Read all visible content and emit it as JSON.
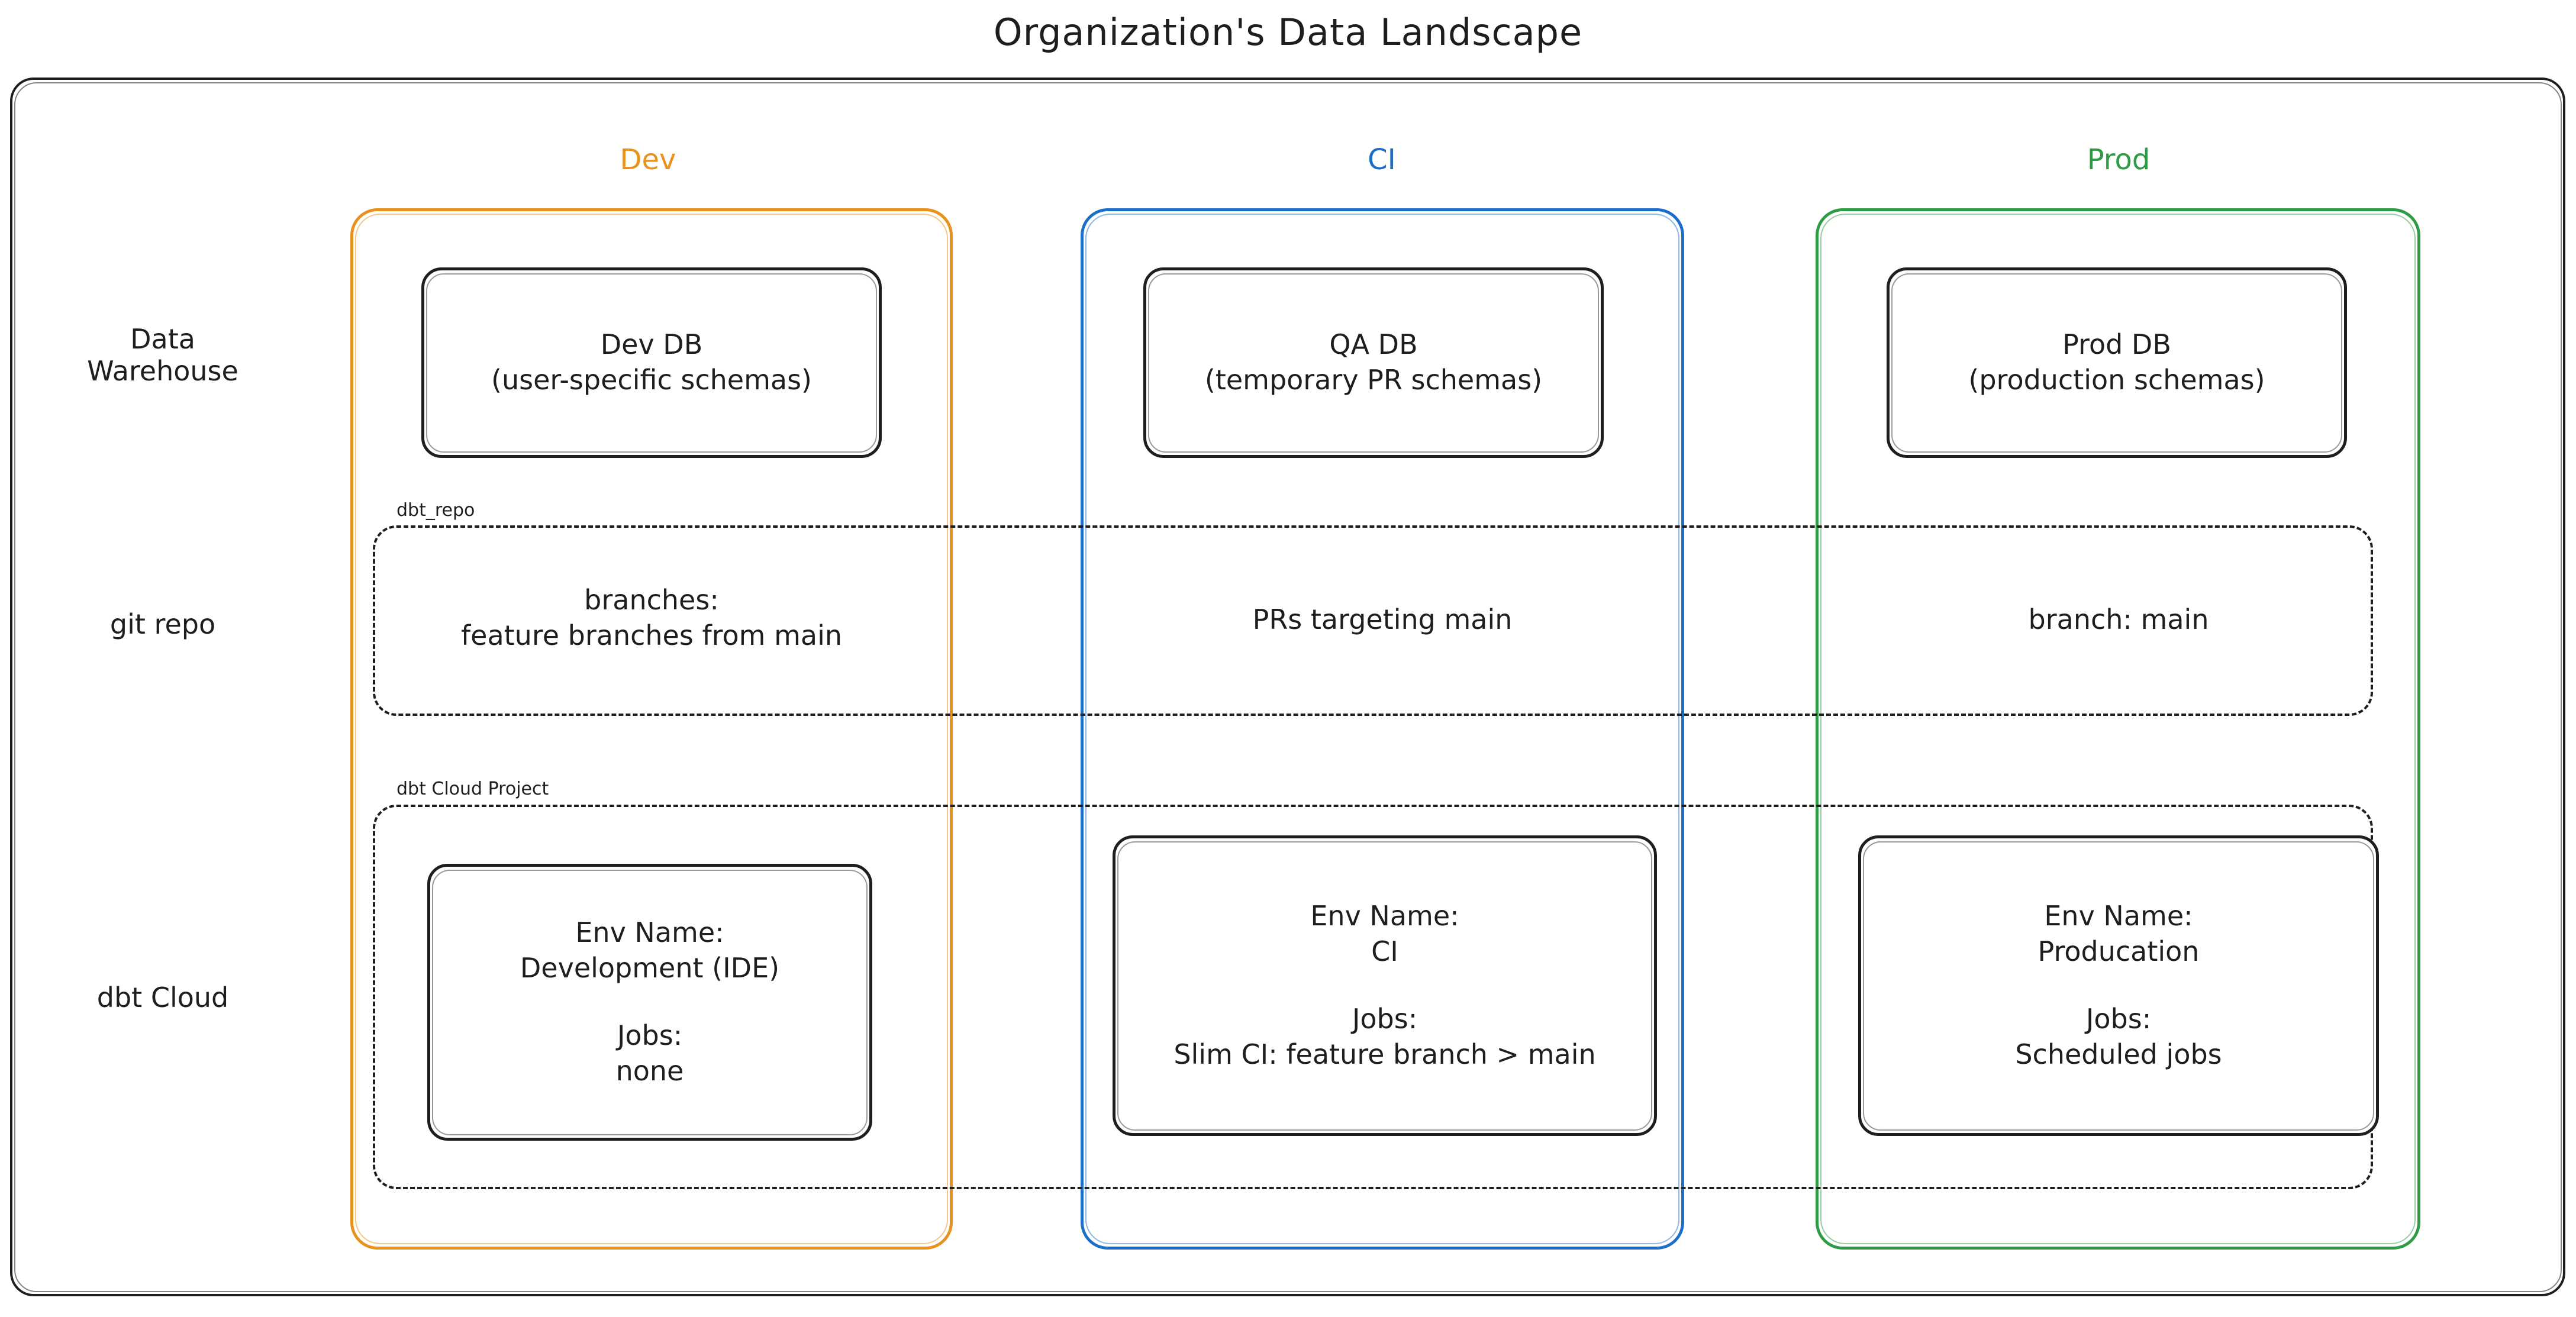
{
  "title": "Organization's Data Landscape",
  "colors": {
    "dev": "#E8921B",
    "ci": "#1C6FC9",
    "prod": "#2E9B45",
    "ink": "#1E1E1E",
    "background": "#FFFFFF"
  },
  "row_labels": [
    {
      "key": "data-warehouse",
      "text": "Data\nWarehouse"
    },
    {
      "key": "git-repo",
      "text": "git repo"
    },
    {
      "key": "dbt-cloud",
      "text": "dbt Cloud"
    }
  ],
  "environments": [
    {
      "key": "dev",
      "header": "Dev",
      "color": "#E8921B"
    },
    {
      "key": "ci",
      "header": "CI",
      "color": "#1C6FC9"
    },
    {
      "key": "prod",
      "header": "Prod",
      "color": "#2E9B45"
    }
  ],
  "groups": [
    {
      "key": "dbt-repo",
      "label": "dbt_repo"
    },
    {
      "key": "dbt-cloud-project",
      "label": "dbt Cloud Project"
    }
  ],
  "warehouse": {
    "dev": {
      "line1": "Dev DB",
      "line2": "(user-specific schemas)"
    },
    "ci": {
      "line1": "QA DB",
      "line2": "(temporary PR schemas)"
    },
    "prod": {
      "line1": "Prod DB",
      "line2": "(production schemas)"
    }
  },
  "git_repo": {
    "dev": "branches:\nfeature branches from main",
    "ci": "PRs targeting main",
    "prod": "branch: main"
  },
  "dbt_cloud": {
    "dev": {
      "env_label": "Env Name:",
      "env_value": "Development (IDE)",
      "jobs_label": "Jobs:",
      "jobs_value": "none"
    },
    "ci": {
      "env_label": "Env Name:",
      "env_value": "CI",
      "jobs_label": "Jobs:",
      "jobs_value": "Slim CI: feature branch > main"
    },
    "prod": {
      "env_label": "Env Name:",
      "env_value": "Producation",
      "jobs_label": "Jobs:",
      "jobs_value": "Scheduled jobs"
    }
  }
}
